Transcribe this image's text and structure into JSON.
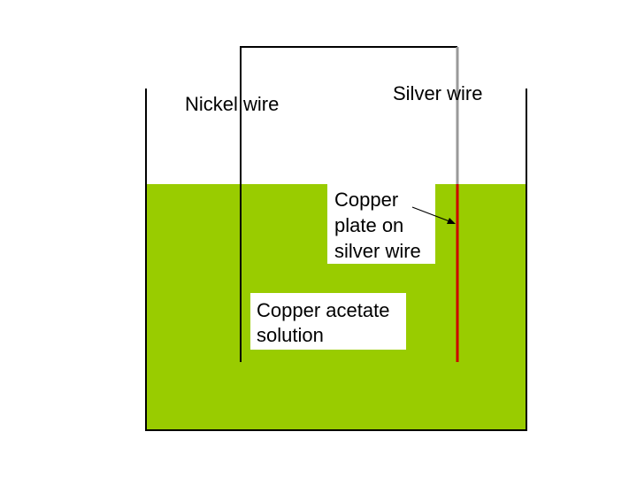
{
  "labels": {
    "nickel_wire": "Nickel wire",
    "silver_wire": "Silver wire",
    "copper_plate": [
      "Copper",
      "plate on",
      "silver wire"
    ],
    "solution": [
      "Copper acetate",
      "solution"
    ]
  },
  "colors": {
    "solution": "#99cc00",
    "wire": "#000000",
    "silver_wire": "#999999",
    "copper_plate": "#cc0000",
    "label_box": "#ffffff",
    "beaker": "#000000"
  }
}
